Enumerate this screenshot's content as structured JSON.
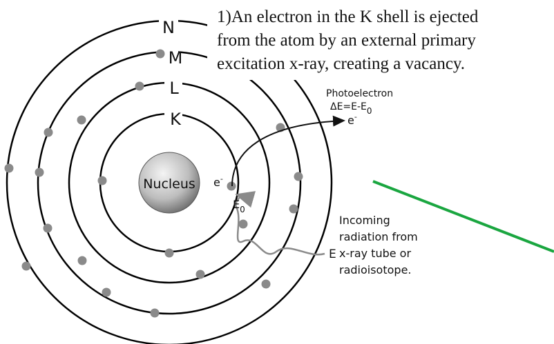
{
  "description_lines": [
    "1)An electron in the K shell is ejected",
    "from the atom by an external primary",
    "excitation x-ray, creating a vacancy."
  ],
  "shells": [
    "N",
    "M",
    "L",
    "K"
  ],
  "nucleus_label": "Nucleus",
  "electron_label": "e",
  "electron_sup": "-",
  "e0_label": "E",
  "e0_sub": "0",
  "photoelectron": {
    "title": "Photoelectron",
    "equation_main": "ΔE=E-E",
    "equation_sub": "0",
    "symbol": "e",
    "symbol_sup": "-"
  },
  "incoming_energy_label": "E",
  "incoming_lines": [
    "Incoming",
    "radiation from",
    "x-ray tube or",
    "radioisotope."
  ],
  "colors": {
    "orbit": "#000000",
    "electron": "#8a8a8a",
    "green_line": "#1aa640",
    "nucleus_light": "#f2f2f2",
    "nucleus_dark": "#6e6e6e"
  }
}
